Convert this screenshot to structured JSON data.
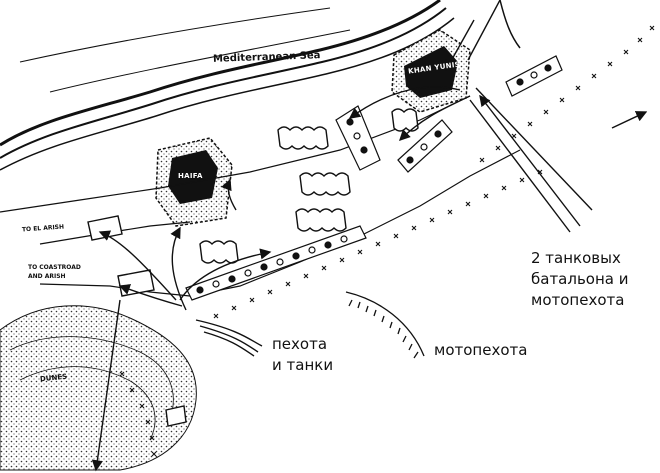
{
  "map": {
    "sea": "Mediterranean Sea",
    "towns": {
      "haifa": "HAIFA",
      "khan_yunis": "KHAN YUNIS"
    },
    "roads": {
      "to_el_arish": "TO EL ARISH",
      "to_coastroad_1": "TO COASTROAD",
      "to_coastroad_2": "AND ARISH"
    },
    "terrain": {
      "dunes": "DUNES"
    },
    "units": {
      "tank_battalions_1": "2 танковых",
      "tank_battalions_2": "батальона и",
      "tank_battalions_3": "мотопехота",
      "infantry_tanks_1": "пехота",
      "infantry_tanks_2": "и танки",
      "motor_infantry": "мотопехота"
    },
    "colors": {
      "ink": "#111111",
      "paper": "#ffffff"
    }
  }
}
